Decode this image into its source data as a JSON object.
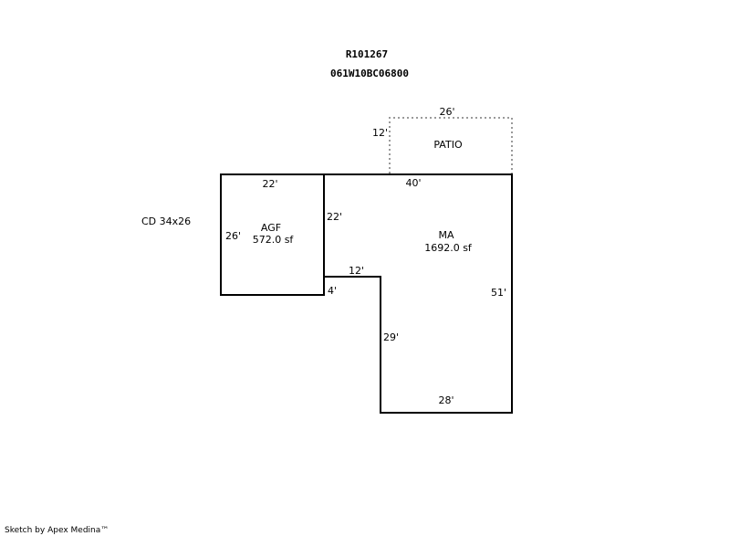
{
  "header": {
    "account": "R101267",
    "map_number": "061W10BC06800"
  },
  "side_note": "CD 34x26",
  "areas": {
    "patio": {
      "name": "PATIO",
      "dim_top": "26'",
      "dim_left": "12'"
    },
    "agf": {
      "name": "AGF",
      "area": "572.0 sf",
      "dim_top": "22'",
      "dim_left": "26'"
    },
    "ma": {
      "name": "MA",
      "area": "1692.0 sf",
      "dim_top": "40'",
      "dim_left_upper": "22'",
      "dim_step": "12'",
      "dim_step_drop": "4'",
      "dim_left_lower": "29'",
      "dim_right": "51'",
      "dim_bottom": "28'"
    }
  },
  "footer": "Sketch by Apex Medina™"
}
